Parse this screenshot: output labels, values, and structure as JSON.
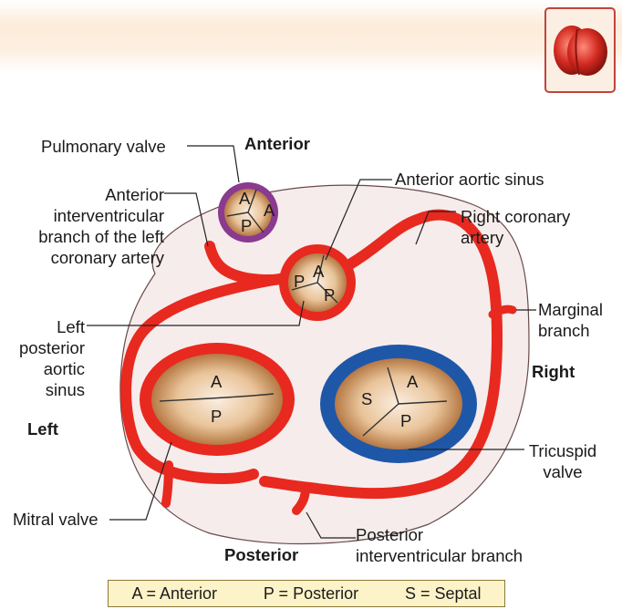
{
  "labels": {
    "anterior": "Anterior",
    "posterior": "Posterior",
    "left": "Left",
    "right": "Right",
    "pulmonary_valve": "Pulmonary valve",
    "anterior_interventricular": [
      "Anterior",
      "interventricular",
      "branch of the left",
      "coronary artery"
    ],
    "anterior_aortic_sinus": "Anterior aortic sinus",
    "right_coronary_artery": [
      "Right coronary",
      "artery"
    ],
    "marginal_branch": [
      "Marginal",
      "branch"
    ],
    "left_posterior_aortic_sinus": [
      "Left",
      "posterior",
      "aortic",
      "sinus"
    ],
    "tricuspid_valve": [
      "Tricuspid",
      "valve"
    ],
    "mitral_valve": "Mitral valve",
    "posterior_interventricular": [
      "Posterior",
      "interventricular branch"
    ]
  },
  "cusps": {
    "pulmonary": [
      "A",
      "A",
      "P"
    ],
    "aortic": [
      "A",
      "P",
      "P"
    ],
    "mitral": [
      "A",
      "P"
    ],
    "tricuspid": [
      "S",
      "A",
      "P"
    ]
  },
  "legend": [
    "A = Anterior",
    "P = Posterior",
    "S = Septal"
  ],
  "colors": {
    "artery": "#e8291f",
    "tricuspid_ring": "#1f57a8",
    "pulmonary_ring": "#8a3a8f",
    "heart_fill": "#f6ecec",
    "valve_center": "#f3dcc0",
    "valve_edge": "#9a5a2a"
  }
}
